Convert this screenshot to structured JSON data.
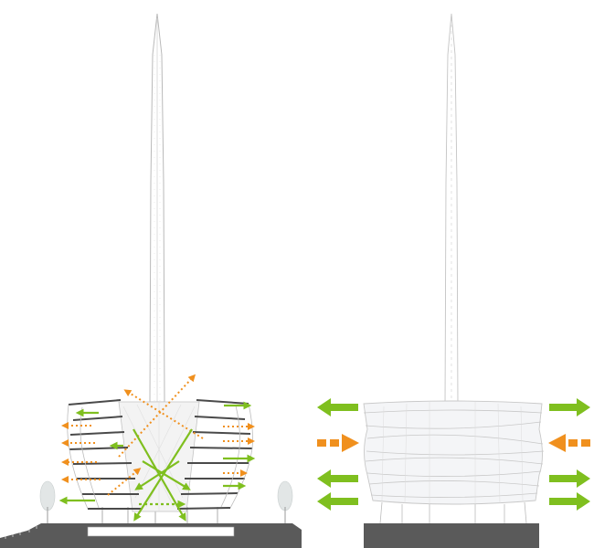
{
  "colors": {
    "background": "#ffffff",
    "ground": "#5a5a5a",
    "structure": "#4a4a4a",
    "thin_line": "#b9b9b9",
    "light_line": "#d6d6d6",
    "green_arrow": "#7fbf1f",
    "orange_arrow": "#f0901e",
    "tree": "#e2e6e6"
  },
  "diagrams": [
    {
      "view": "section",
      "airflow": [
        "green-solid-arrows",
        "orange-dotted-arrows"
      ]
    },
    {
      "view": "elevation",
      "airflow": [
        "green-solid-arrows",
        "orange-dashed-arrows"
      ]
    }
  ]
}
